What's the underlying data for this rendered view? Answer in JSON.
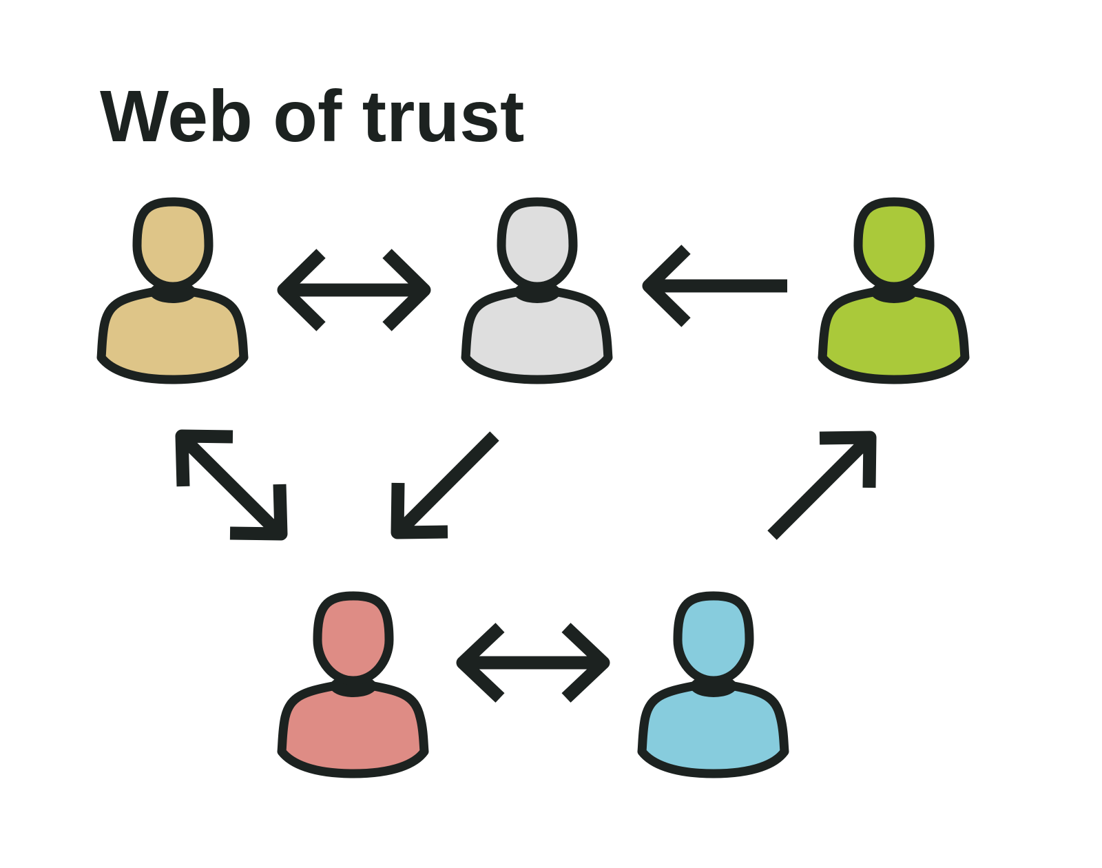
{
  "title": "Web of trust",
  "colors": {
    "outline": "#1c2220",
    "person_1": "#dec588",
    "person_2": "#dedede",
    "person_3": "#aac93a",
    "person_4": "#de8c85",
    "person_5": "#87ccdd"
  },
  "people": [
    {
      "id": "person-1",
      "color_key": "person_1"
    },
    {
      "id": "person-2",
      "color_key": "person_2"
    },
    {
      "id": "person-3",
      "color_key": "person_3"
    },
    {
      "id": "person-4",
      "color_key": "person_4"
    },
    {
      "id": "person-5",
      "color_key": "person_5"
    }
  ],
  "edges": [
    {
      "from": "person-1",
      "to": "person-2",
      "direction": "both"
    },
    {
      "from": "person-3",
      "to": "person-2",
      "direction": "one-way"
    },
    {
      "from": "person-1",
      "to": "person-4",
      "direction": "both"
    },
    {
      "from": "person-2",
      "to": "person-4",
      "direction": "one-way"
    },
    {
      "from": "person-5",
      "to": "person-3",
      "direction": "one-way"
    },
    {
      "from": "person-4",
      "to": "person-5",
      "direction": "both"
    }
  ]
}
